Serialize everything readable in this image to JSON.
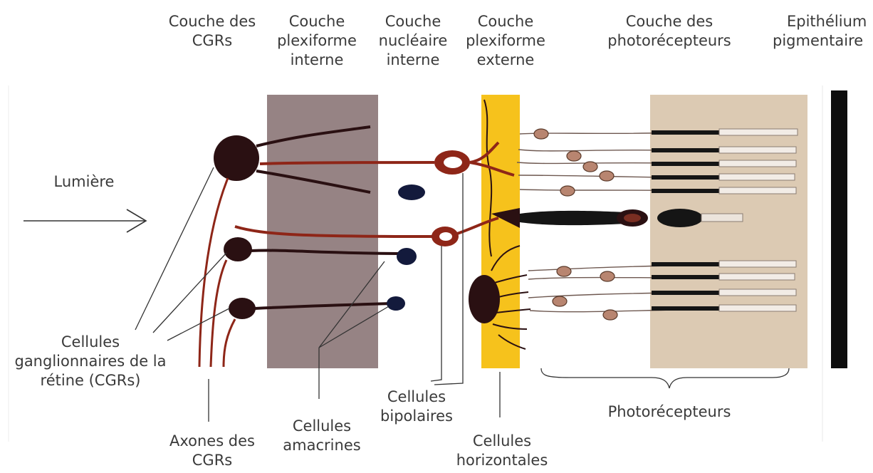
{
  "layer_labels": {
    "cgr_layer": [
      "Couche des",
      "CGRs"
    ],
    "inner_plexiform": [
      "Couche",
      "plexiforme",
      "interne"
    ],
    "inner_nuclear": [
      "Couche",
      "nucléaire",
      "interne"
    ],
    "outer_plexiform": [
      "Couche",
      "plexiforme",
      "externe"
    ],
    "photoreceptor_layer": [
      "Couche des",
      "photorécepteurs"
    ],
    "pigment_epithelium": [
      "Epithélium",
      "pigmentaire"
    ]
  },
  "annotations": {
    "light": "Lumière",
    "ganglion_cells": [
      "Cellules",
      "ganglionnaires de la",
      "rétine (CGRs)"
    ],
    "cgr_axons": [
      "Axones des",
      "CGRs"
    ],
    "amacrine_cells": [
      "Cellules",
      "amacrines"
    ],
    "bipolar_cells": [
      "Cellules",
      "bipolaires"
    ],
    "horizontal_cells": [
      "Cellules",
      "horizontales"
    ],
    "photoreceptors": "Photorécepteurs"
  },
  "colors": {
    "inner_plexiform_band": "#968384",
    "outer_plexiform_band": "#f6c21c",
    "photoreceptor_band": "#dccab3",
    "pigment_epithelium": "#0d0d0d",
    "bipolar_cell": "#8e2618",
    "ganglion_cell": "#2a1012",
    "label_text": "#3a3a3a"
  }
}
